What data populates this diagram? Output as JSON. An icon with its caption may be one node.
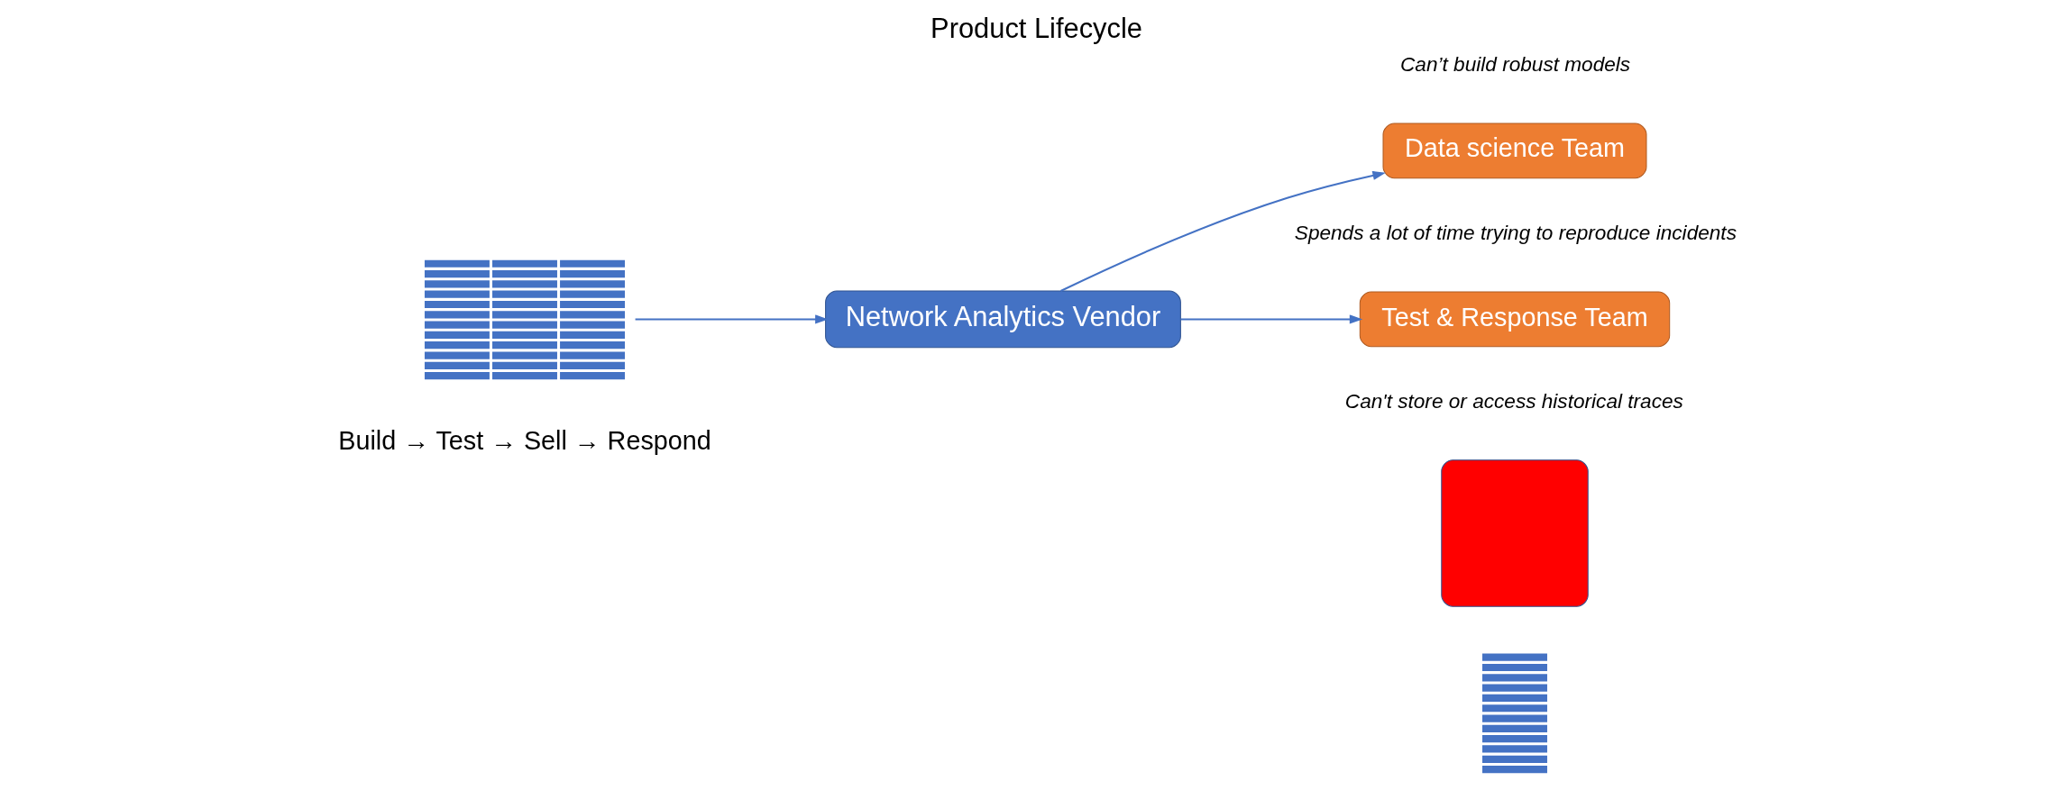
{
  "diagram": {
    "title": "Product Lifecycle",
    "nodes": [
      {
        "text": [],
        "shape": "bar"
      },
      {
        "text": [
          "Network Analytics Vendor"
        ]
      },
      {
        "text": [
          "Data science Team"
        ],
        "beside": [
          "Can’t build robust models"
        ]
      },
      {
        "text": [
          "Test & Response Team"
        ],
        "beside": [
          "Spends a lot of time trying to reproduce incidents"
        ]
      },
      {
        "text": [],
        "shape": "box",
        "beside": [
          "Can't store or access historical traces"
        ]
      },
      {
        "text": [],
        "shape": "bar"
      }
    ],
    "edges": [
      {
        "from": 0,
        "to": 1,
        "arrow": "to"
      },
      {
        "from": 1,
        "to": 2,
        "arrow": "to"
      },
      {
        "from": 1,
        "to": 3,
        "arrow": "to"
      }
    ],
    "labels": [
      "Build → Test → Sell → Respond"
    ]
  }
}
